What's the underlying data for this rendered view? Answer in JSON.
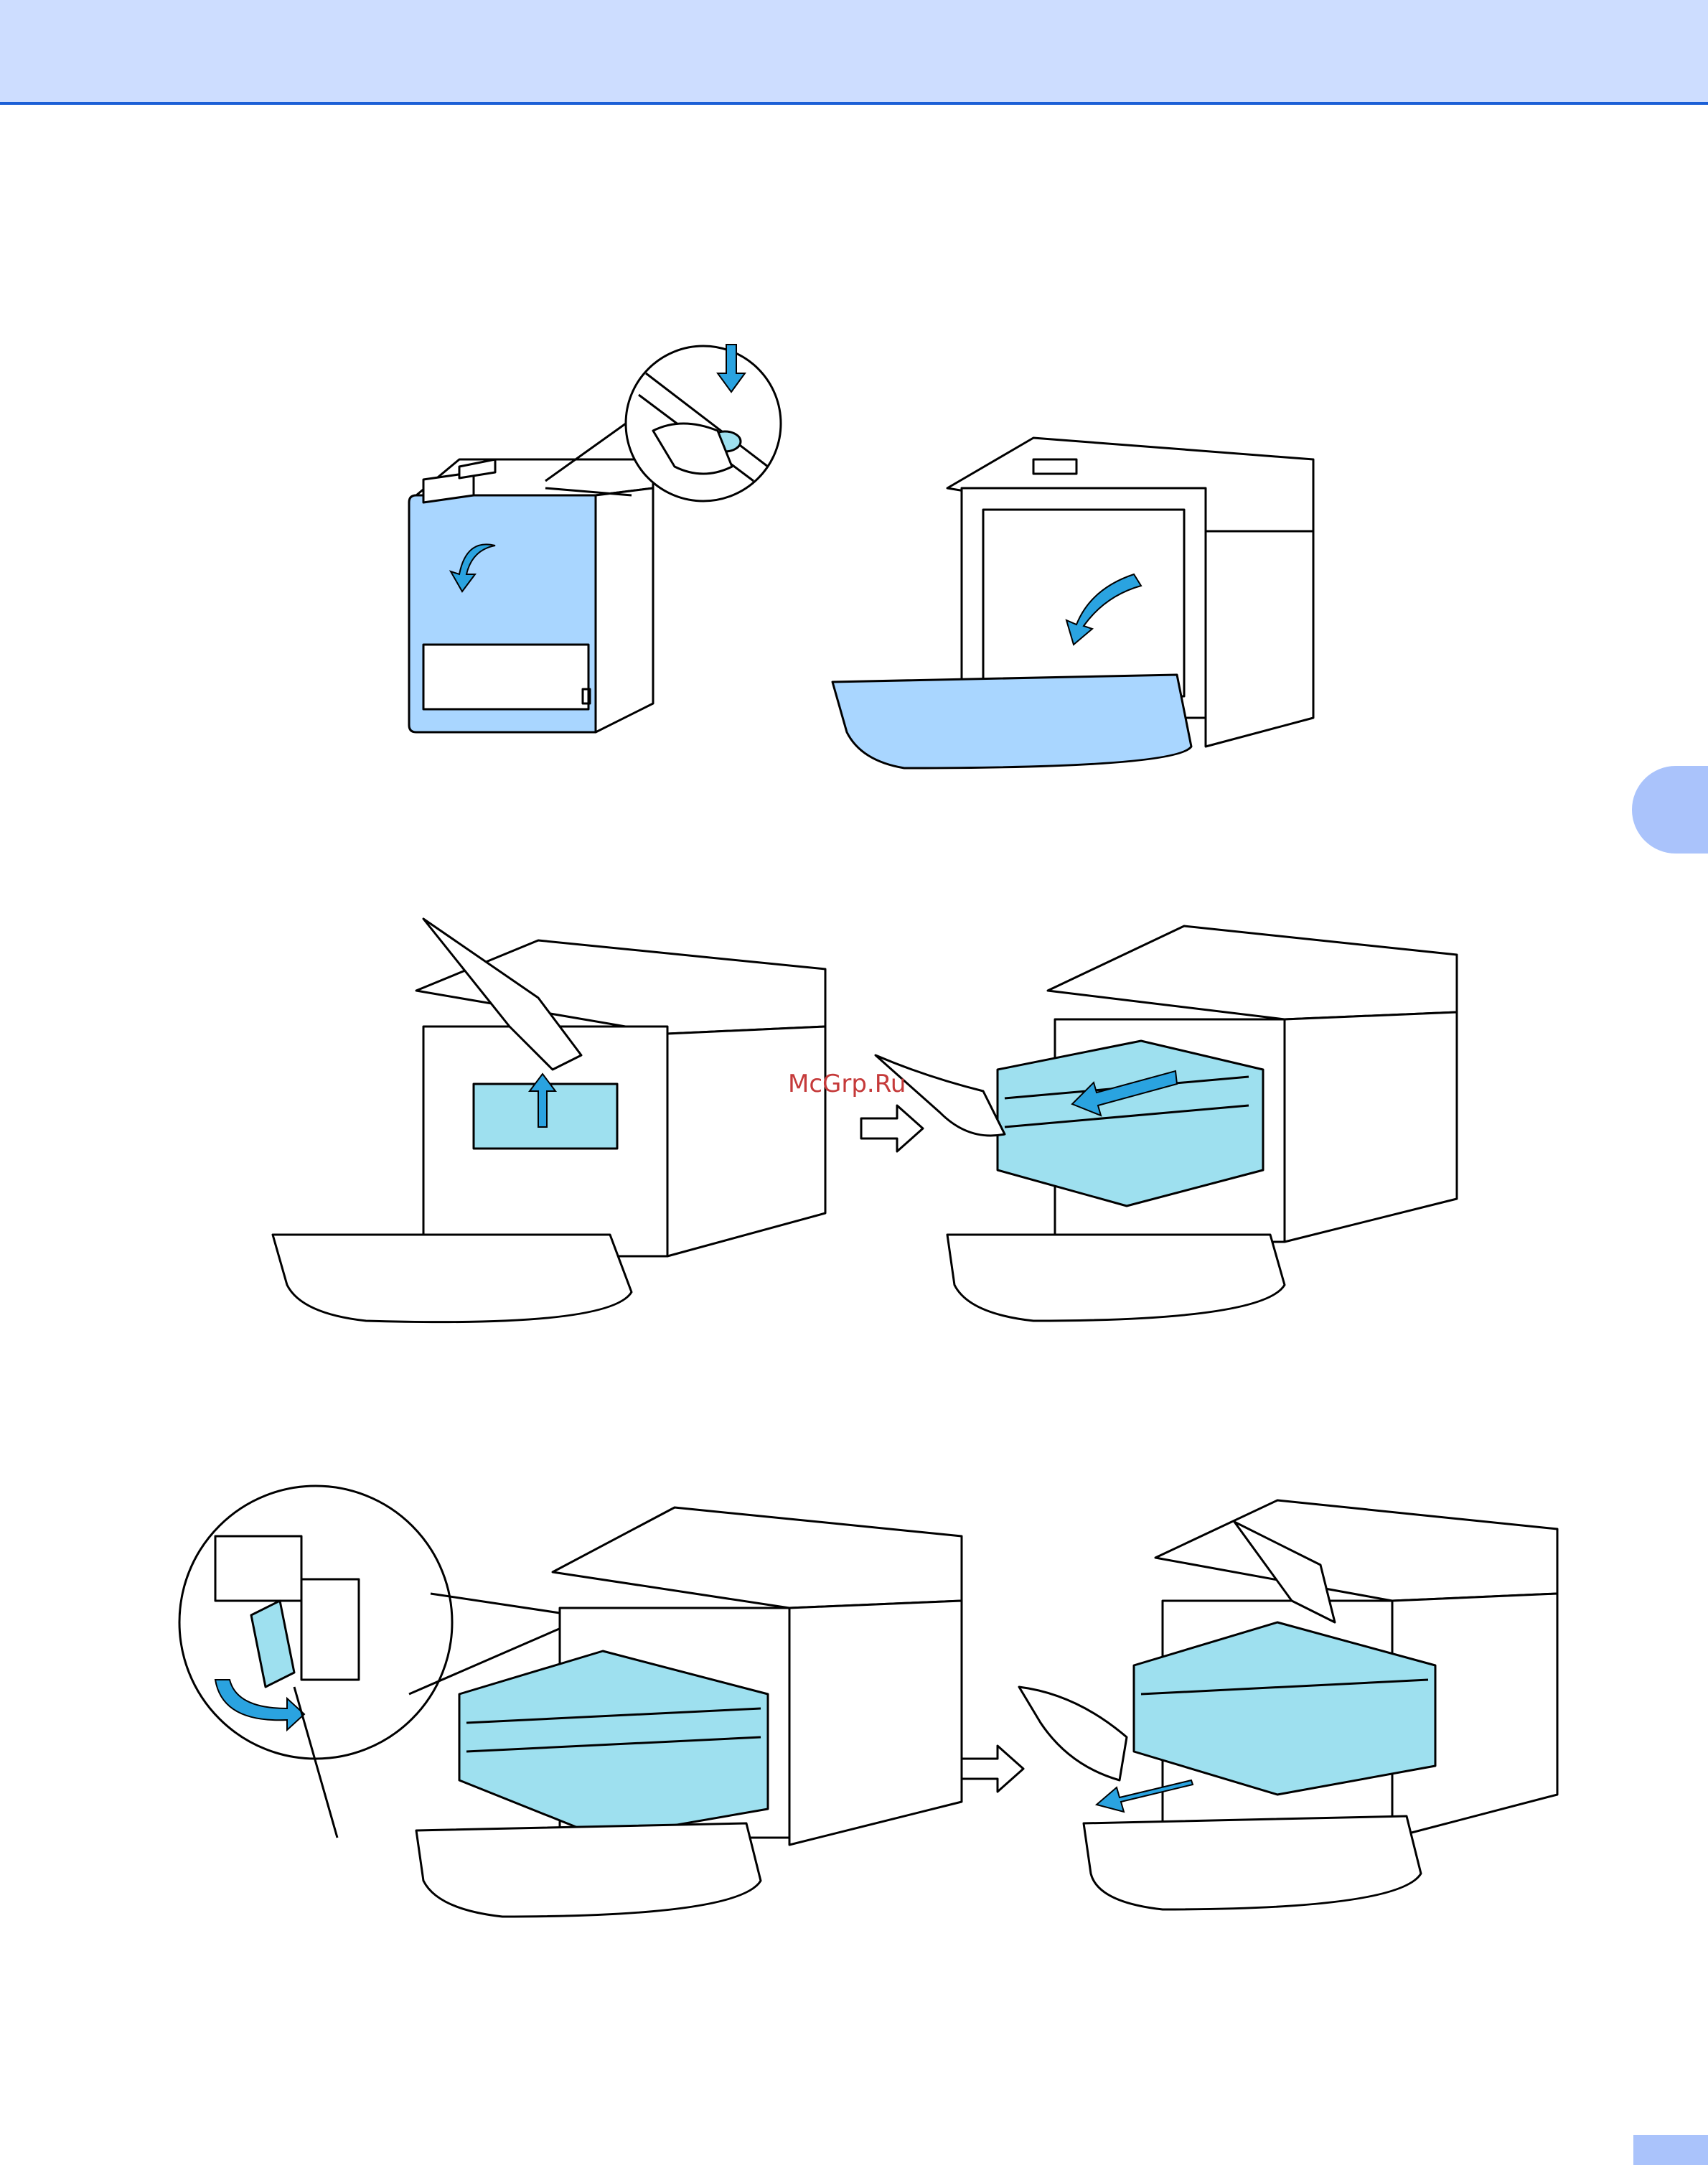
{
  "watermark": {
    "text": "McGrp.Ru"
  },
  "colors": {
    "header_bg": "#cdddff",
    "header_rule": "#1b5fd6",
    "tab": "#aac3fb",
    "part_blue": "#9ee0ef",
    "arrow_blue": "#2aa3e0"
  },
  "figures": [
    {
      "name": "open-front-cover",
      "icons": [
        "press-button-hand-icon",
        "curved-arrow-icon"
      ]
    },
    {
      "name": "pull-out-drum-unit",
      "icons": [
        "hand-pull-icon",
        "step-arrow-icon"
      ]
    },
    {
      "name": "release-lever-remove-drum",
      "icons": [
        "lever-rotate-icon",
        "step-arrow-icon",
        "lift-drum-hands-icon"
      ]
    }
  ]
}
